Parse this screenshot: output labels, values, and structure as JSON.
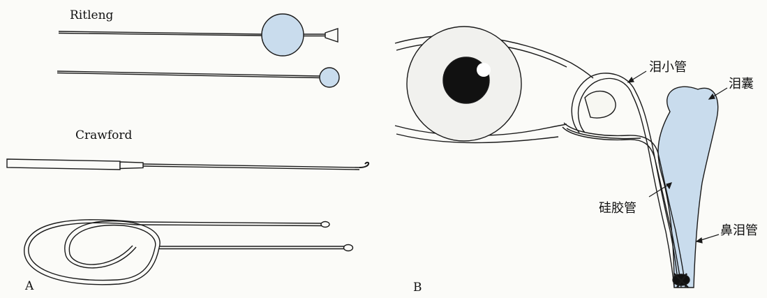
{
  "panel_a": {
    "label": "A",
    "title_ritleng": "Ritleng",
    "title_crawford": "Crawford"
  },
  "panel_b": {
    "label": "B",
    "labels": {
      "lacrimal_canaliculus": "泪小管",
      "lacrimal_sac": "泪囊",
      "silicone_tube": "硅胶管",
      "nasolacrimal_duct": "鼻泪管"
    }
  },
  "colors": {
    "line": "#1a1a1a",
    "fill_blue": "#c9dced",
    "background": "#fbfbf8"
  }
}
